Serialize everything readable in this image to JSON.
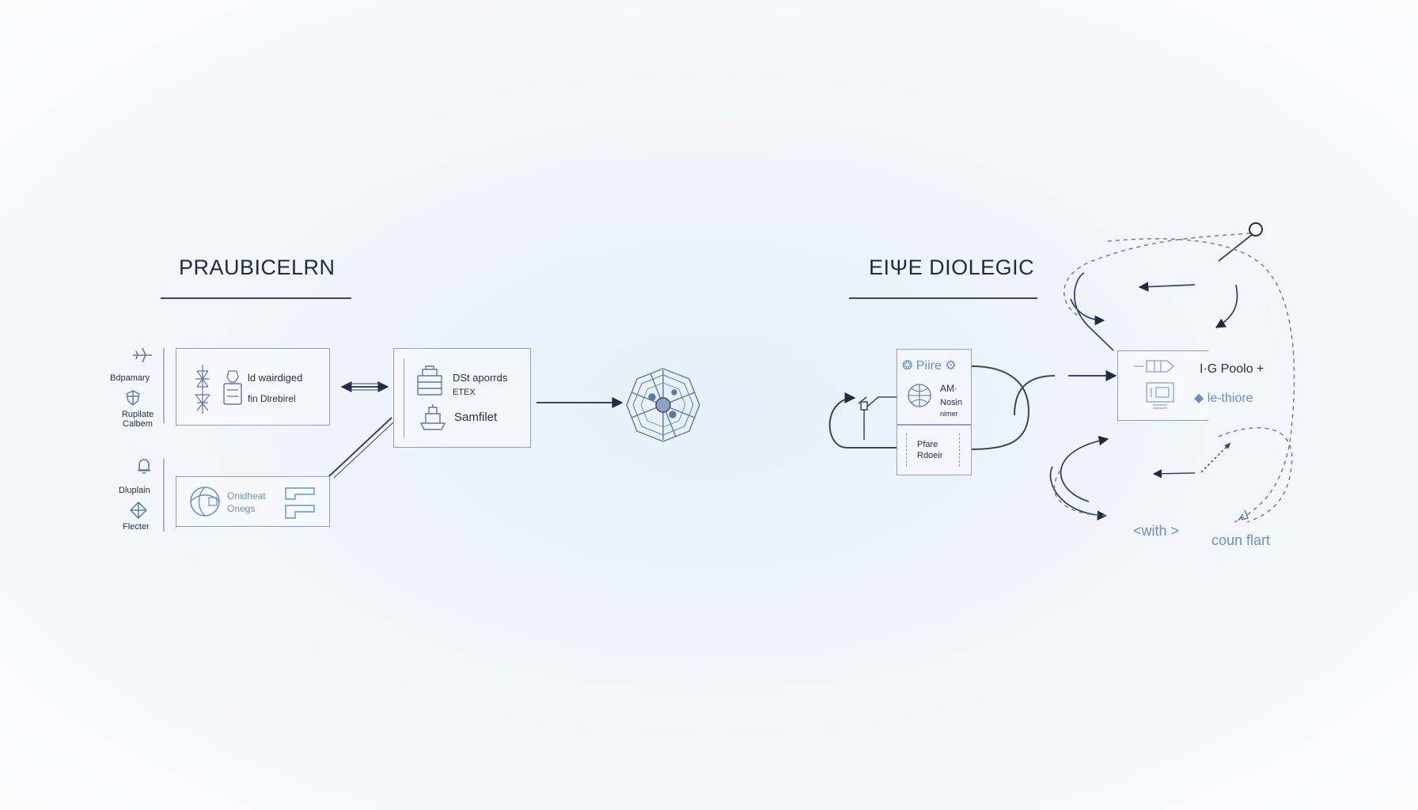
{
  "left_panel": {
    "title": "PRAUBICELRN",
    "side_labels": {
      "top_a": "Bdpamary",
      "top_b": "Rupilate\nCalbem",
      "bottom_a": "Dluplain",
      "bottom_b": "Flecter"
    },
    "box_a": {
      "line1": "ld wairdiged",
      "line2": "fin Dlrebirel"
    },
    "box_b": {
      "line1": "Onidheat",
      "line2": "Onegs"
    },
    "box_c": {
      "line1": "DSt aporrds",
      "line2": "ETEX",
      "line3": "Samfilet"
    }
  },
  "right_panel": {
    "title": "EIΨE DIOLEGIC",
    "stack_top": {
      "label1": "Piire",
      "label2": "AM·",
      "label3": "Nosin",
      "label4": "nimer"
    },
    "stack_bottom": {
      "line1": "Pfare",
      "line2": "Rdoeir"
    },
    "output_box": {
      "line1": "I·G Poolo +",
      "line2": "le-thiore"
    },
    "bottom_labels": {
      "left": "<with >",
      "right": "coun flart"
    }
  },
  "colors": {
    "title": "#1f2a44",
    "rule": "#3a4564",
    "box_border": "#8aa3c6",
    "icon": "#5e78a6",
    "light_text": "#6b8fc6",
    "dashed": "#6a7fa8"
  },
  "icons": [
    "plane-icon",
    "shield-icon",
    "bell-icon",
    "diamond-icon",
    "tower-icon",
    "pillar-icon",
    "globe-icon",
    "server-icon",
    "stack-icon",
    "ship-icon",
    "web-node-icon",
    "leaf-icon",
    "hand-icon"
  ]
}
